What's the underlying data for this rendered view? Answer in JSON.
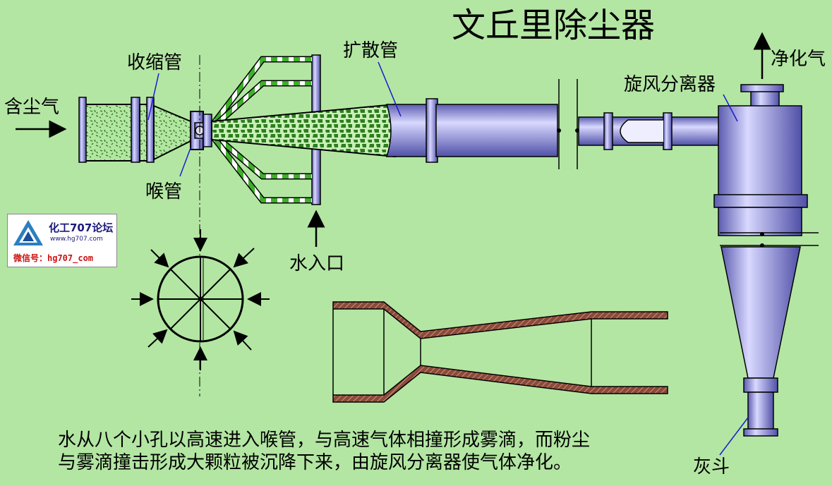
{
  "title": "文丘里除尘器",
  "labels": {
    "inlet_gas": "含尘气",
    "converging_tube": "收缩管",
    "throat": "喉管",
    "diffuser": "扩散管",
    "water_inlet": "水入口",
    "cyclone": "旋风分离器",
    "clean_gas": "净化气",
    "ash_hopper": "灰斗"
  },
  "caption": {
    "line1": "水从八个小孔以高速进入喉管，与高速气体相撞形成雾滴，而粉尘",
    "line2": "与雾滴撞击形成大颗粒被沉降下来，由旋风分离器使气体净化。"
  },
  "logo": {
    "name": "化工707论坛",
    "url": "www.hg707.com",
    "wechat": "微信号：hg707_com"
  },
  "colors": {
    "background": "#b3e6a3",
    "pipe": "#8c8cd8",
    "dust": "#2e7d1e",
    "wall_hatch": "#8b4a3a"
  }
}
